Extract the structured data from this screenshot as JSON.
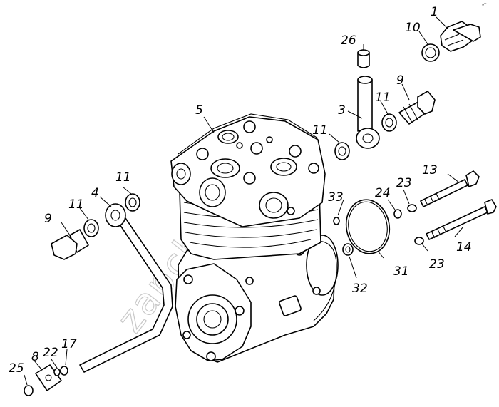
{
  "diagram": {
    "watermark": "zapchasti.ru",
    "corner_mark": "ᵃᵀ",
    "callouts": [
      {
        "id": "c1",
        "text": "1"
      },
      {
        "id": "c3",
        "text": "3"
      },
      {
        "id": "c4",
        "text": "4"
      },
      {
        "id": "c5",
        "text": "5"
      },
      {
        "id": "c8",
        "text": "8"
      },
      {
        "id": "c9a",
        "text": "9"
      },
      {
        "id": "c9b",
        "text": "9"
      },
      {
        "id": "c10",
        "text": "10"
      },
      {
        "id": "c11a",
        "text": "11"
      },
      {
        "id": "c11b",
        "text": "11"
      },
      {
        "id": "c11c",
        "text": "11"
      },
      {
        "id": "c11d",
        "text": "11"
      },
      {
        "id": "c13",
        "text": "13"
      },
      {
        "id": "c14",
        "text": "14"
      },
      {
        "id": "c17",
        "text": "17"
      },
      {
        "id": "c22",
        "text": "22"
      },
      {
        "id": "c23a",
        "text": "23"
      },
      {
        "id": "c23b",
        "text": "23"
      },
      {
        "id": "c24",
        "text": "24"
      },
      {
        "id": "c25",
        "text": "25"
      },
      {
        "id": "c26",
        "text": "26"
      },
      {
        "id": "c31",
        "text": "31"
      },
      {
        "id": "c32",
        "text": "32"
      },
      {
        "id": "c33",
        "text": "33"
      }
    ]
  }
}
